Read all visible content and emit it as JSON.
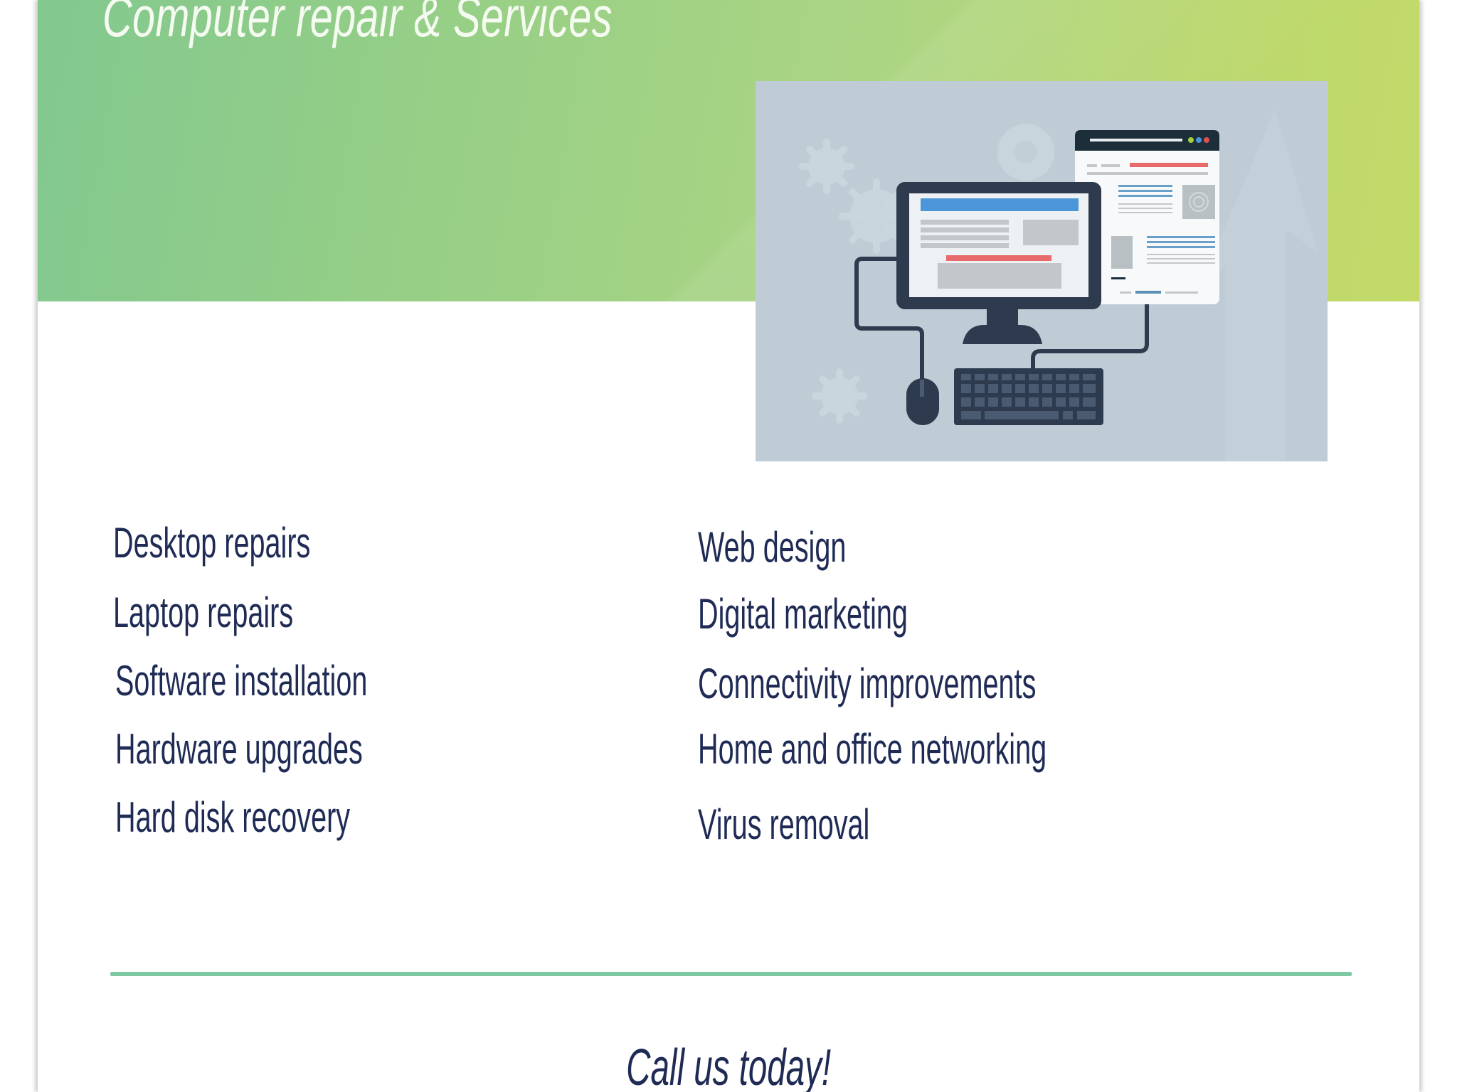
{
  "header": {
    "title": "Computer repair & Services"
  },
  "illustration": {
    "description": "Desktop computer with monitor, keyboard, mouse and web page window",
    "colors": {
      "background": "#bfccd6",
      "device_dark": "#2e3b4e",
      "screen_bar_blue": "#4a96d9",
      "accent_red": "#e86a6a",
      "placeholder_gray": "#c4c7ca"
    }
  },
  "services": {
    "left": [
      {
        "label": "Desktop repairs"
      },
      {
        "label": "Laptop repairs"
      },
      {
        "label": "Software installation"
      },
      {
        "label": "Hardware upgrades"
      },
      {
        "label": "Hard disk recovery"
      }
    ],
    "right": [
      {
        "label": "Web design"
      },
      {
        "label": "Digital marketing"
      },
      {
        "label": "Connectivity improvements"
      },
      {
        "label": "Home and office networking"
      },
      {
        "label": "Virus removal"
      }
    ]
  },
  "footer": {
    "cta": "Call us today!"
  },
  "colors": {
    "hero_gradient_start": "#82c88f",
    "hero_gradient_end": "#c3da68",
    "text_navy": "#1f2b55",
    "divider_green": "#7ec9a2"
  }
}
